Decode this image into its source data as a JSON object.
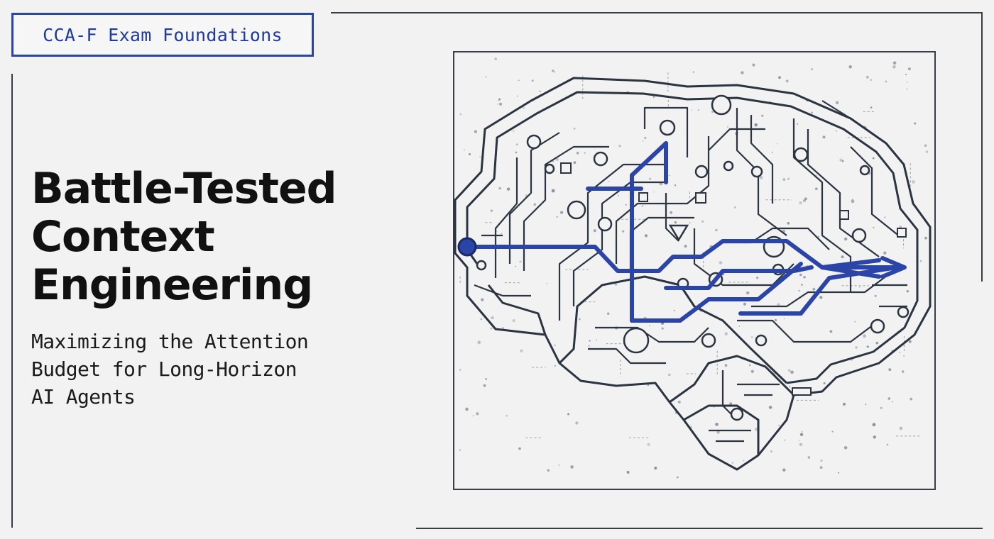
{
  "badge": {
    "label": "CCA-F Exam Foundations"
  },
  "title": {
    "lines": [
      "Battle-Tested",
      "Context",
      "Engineering"
    ]
  },
  "subtitle": {
    "lines": [
      "Maximizing the Attention",
      "Budget for Long-Horizon",
      "AI Agents"
    ]
  },
  "illustration": {
    "icon": "circuit-brain-icon"
  },
  "colors": {
    "accent": "#2a44a8",
    "ink": "#111111",
    "line": "#2b3440",
    "background": "#f1f2f1"
  }
}
